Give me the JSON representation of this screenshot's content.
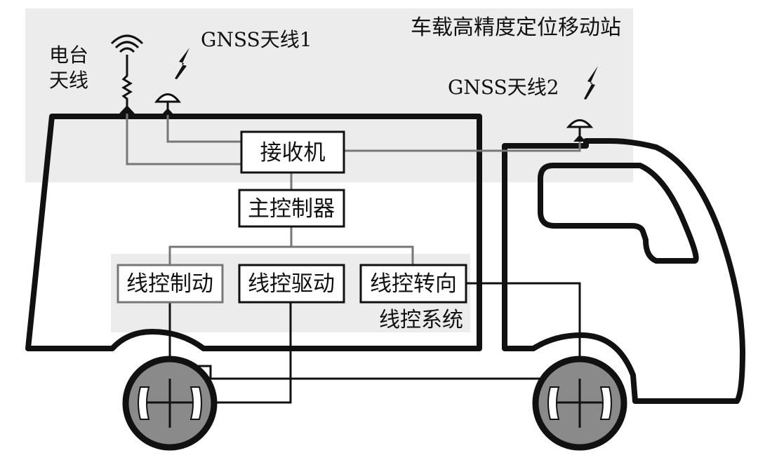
{
  "diagram": {
    "region_title": "车载高精度定位移动站",
    "radio_antenna_line1": "电台",
    "radio_antenna_line2": "天线",
    "gnss_antenna_1": "GNSS天线1",
    "gnss_antenna_2": "GNSS天线2",
    "receiver": "接收机",
    "main_controller": "主控制器",
    "by_wire_brake": "线控制动",
    "by_wire_drive": "线控驱动",
    "by_wire_steering": "线控转向",
    "by_wire_system": "线控系统"
  },
  "colors": {
    "region_fill": "#ececec",
    "wheel_fill": "#8a8a8a",
    "line_dark": "#111111",
    "line_gray": "#777777"
  }
}
